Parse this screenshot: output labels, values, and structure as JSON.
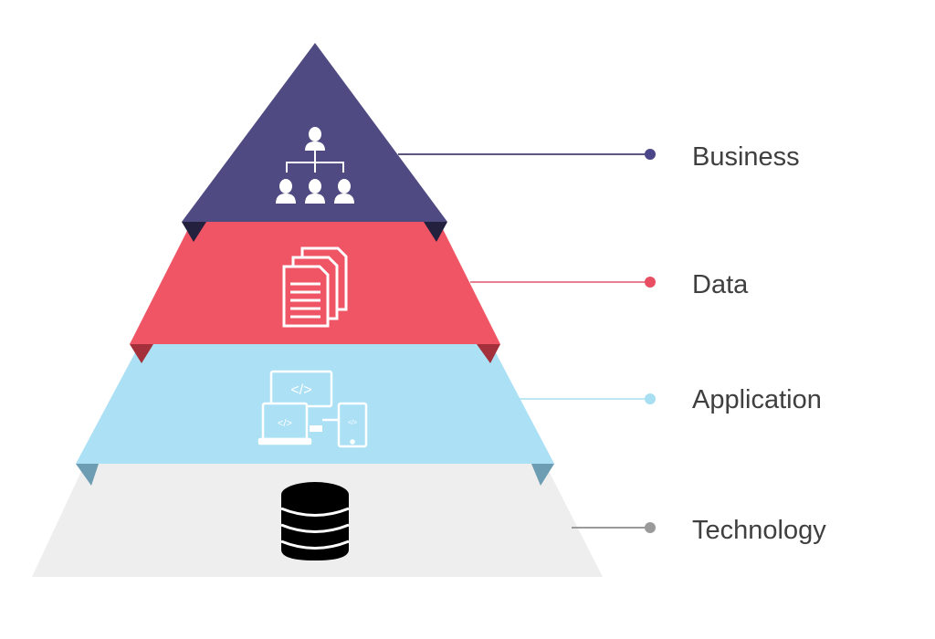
{
  "diagram": {
    "type": "layered-pyramid",
    "layers": [
      {
        "label": "Business",
        "icon": "org-chart-icon",
        "color": "#4f4b82",
        "fold_color": "#23213d",
        "line_color": "#4f4b82"
      },
      {
        "label": "Data",
        "icon": "documents-icon",
        "color": "#f05565",
        "fold_color": "#a3303b",
        "line_color": "#e84f62"
      },
      {
        "label": "Application",
        "icon": "devices-code-icon",
        "color": "#abe0f5",
        "fold_color": "#6d9db2",
        "line_color": "#a9dff3"
      },
      {
        "label": "Technology",
        "icon": "database-icon",
        "color": "#eeeeee",
        "fold_color": "#eeeeee",
        "line_color": "#9a9a9a"
      }
    ]
  }
}
